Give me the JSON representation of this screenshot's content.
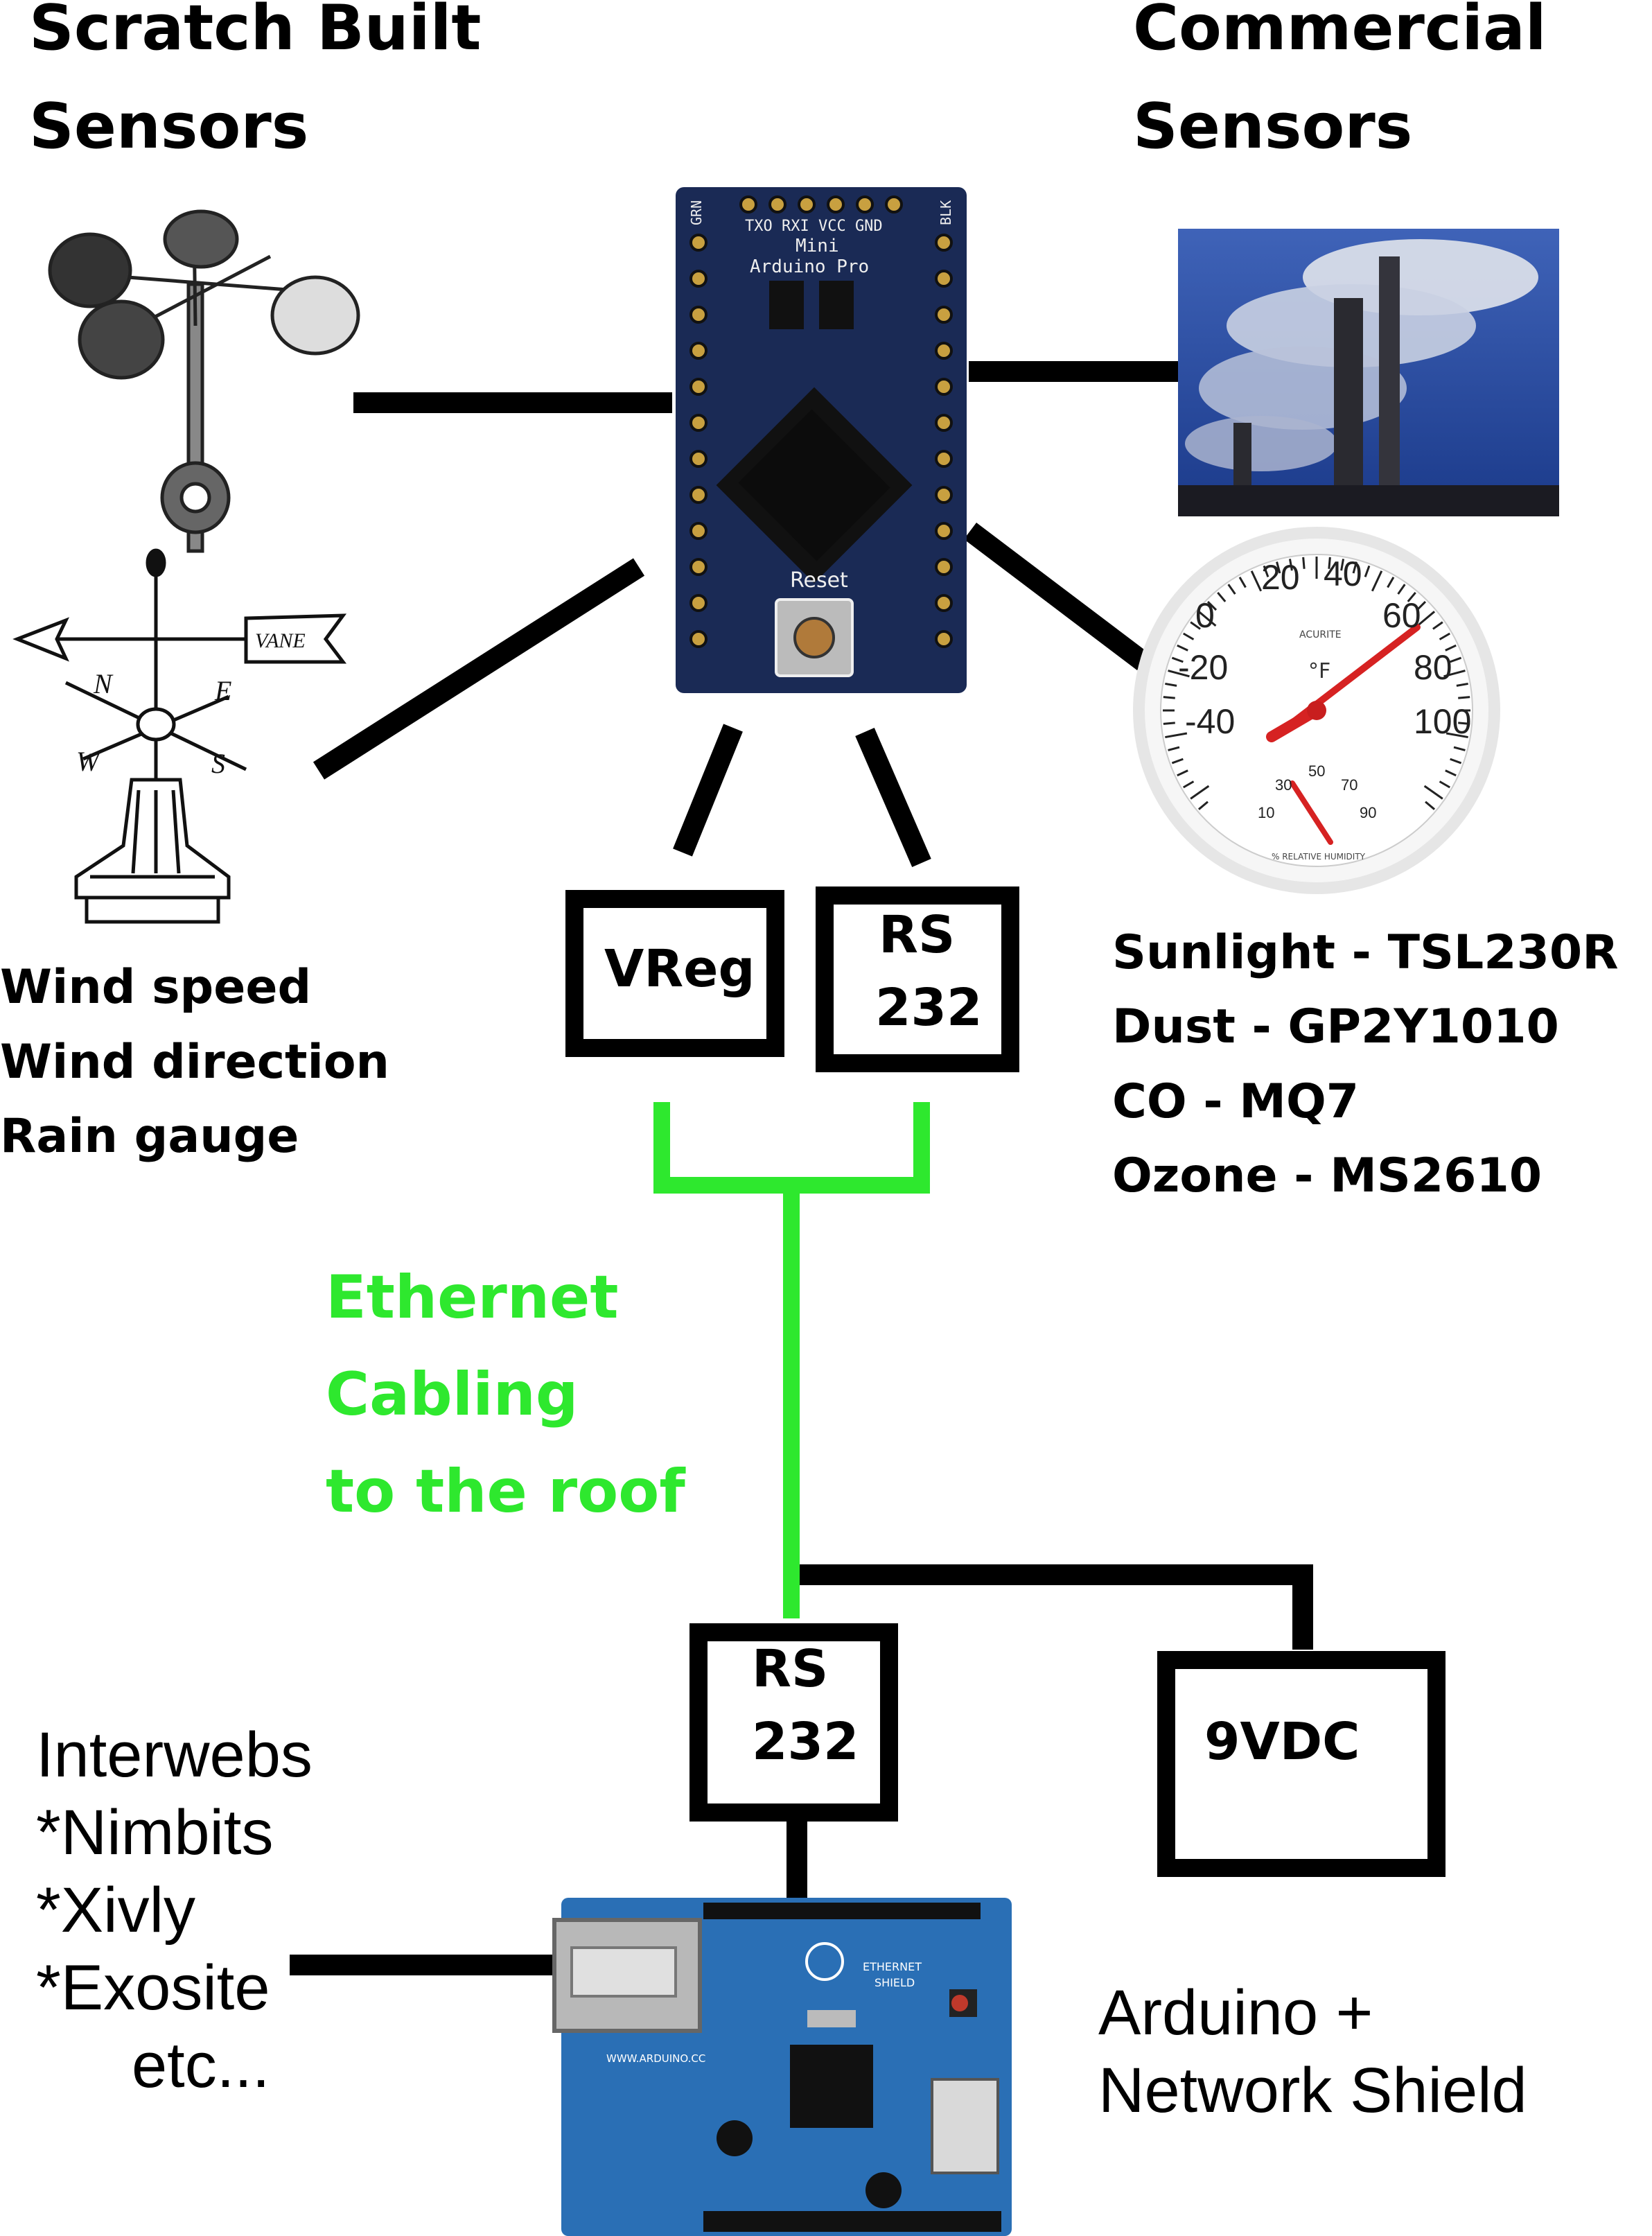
{
  "headers": {
    "left": [
      "Scratch Built",
      "Sensors"
    ],
    "right": [
      "Commercial",
      "Sensors"
    ]
  },
  "board_silkscreen": {
    "pins_top": "TXO  RXI  VCC  GND",
    "name_line1": "Mini",
    "name_line2": "Arduino Pro",
    "reset": "Reset",
    "grn": "GRN",
    "blk": "BLK"
  },
  "boxes": {
    "vreg": "VReg",
    "rs232_top": [
      "RS",
      "232"
    ],
    "rs232_bottom": [
      "RS",
      "232"
    ],
    "power": "9VDC"
  },
  "scratch_sensors": [
    "Wind speed",
    "Wind direction",
    "Rain gauge"
  ],
  "commercial_sensors": [
    "Sunlight - TSL230R",
    "Dust - GP2Y1010",
    "CO - MQ7",
    "Ozone - MS2610"
  ],
  "cable_label": [
    "Ethernet",
    "Cabling",
    "to the roof"
  ],
  "internet": [
    "Interwebs",
    "*Nimbits",
    "*Xivly",
    "*Exosite",
    "etc..."
  ],
  "shield_label": [
    "Arduino +",
    "Network Shield"
  ],
  "shield_silkscreen": {
    "ethernet": "ETHERNET",
    "shield": "SHIELD",
    "website": "WWW.ARDUINO.CC"
  },
  "vane": {
    "label": "VANE",
    "n": "N",
    "e": "E",
    "s": "S",
    "w": "W"
  },
  "thermometer": {
    "brand": "ACURITE",
    "unit": "°F",
    "temp_scale": [
      "-40",
      "-20",
      "0",
      "20",
      "40",
      "60",
      "80",
      "100"
    ],
    "humidity_scale": [
      "10",
      "30",
      "50",
      "70",
      "90"
    ],
    "humidity_label": "% RELATIVE HUMIDITY"
  },
  "colors": {
    "cable": "#2ee82e",
    "line": "#000000",
    "board": "#1a2a55",
    "shield": "#2a6fb5"
  }
}
